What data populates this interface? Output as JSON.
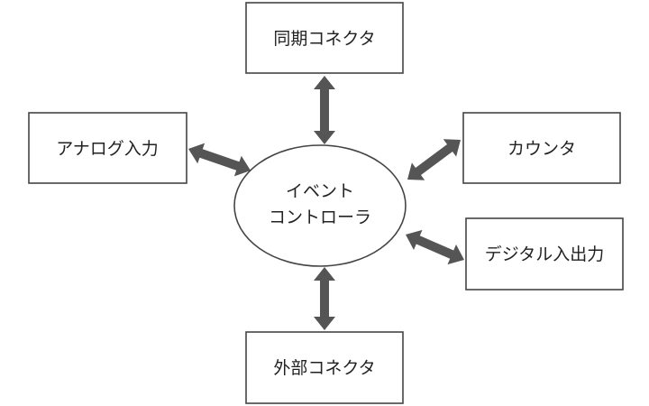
{
  "colors": {
    "border": "#444444",
    "arrow": "#555555",
    "text": "#222222",
    "background": "#ffffff"
  },
  "center": {
    "line1": "イベント",
    "line2": "コントローラ"
  },
  "nodes": {
    "top": "同期コネクタ",
    "left": "アナログ入力",
    "right_upper": "カウンタ",
    "right_lower": "デジタル入出力",
    "bottom": "外部コネクタ"
  },
  "connections": [
    {
      "from": "イベントコントローラ",
      "to": "同期コネクタ",
      "direction": "bidirectional"
    },
    {
      "from": "イベントコントローラ",
      "to": "アナログ入力",
      "direction": "bidirectional"
    },
    {
      "from": "イベントコントローラ",
      "to": "カウンタ",
      "direction": "bidirectional"
    },
    {
      "from": "イベントコントローラ",
      "to": "デジタル入出力",
      "direction": "bidirectional"
    },
    {
      "from": "イベントコントローラ",
      "to": "外部コネクタ",
      "direction": "bidirectional"
    }
  ]
}
